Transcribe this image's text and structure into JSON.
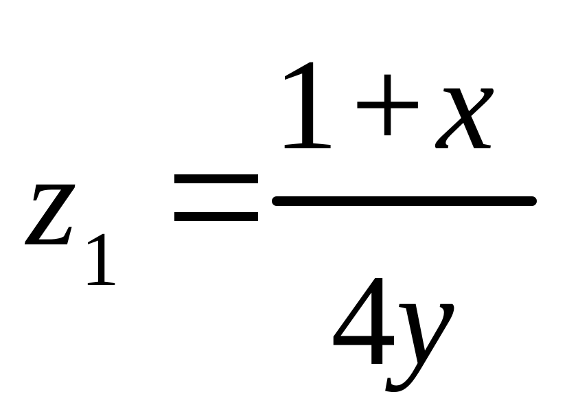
{
  "equation": {
    "lhs": {
      "variable": "z",
      "subscript": "1"
    },
    "operator": "=",
    "fraction": {
      "numerator": {
        "term1": "1",
        "operator": "+",
        "term2": "x"
      },
      "denominator": {
        "coefficient": "4",
        "variable": "y"
      }
    }
  }
}
